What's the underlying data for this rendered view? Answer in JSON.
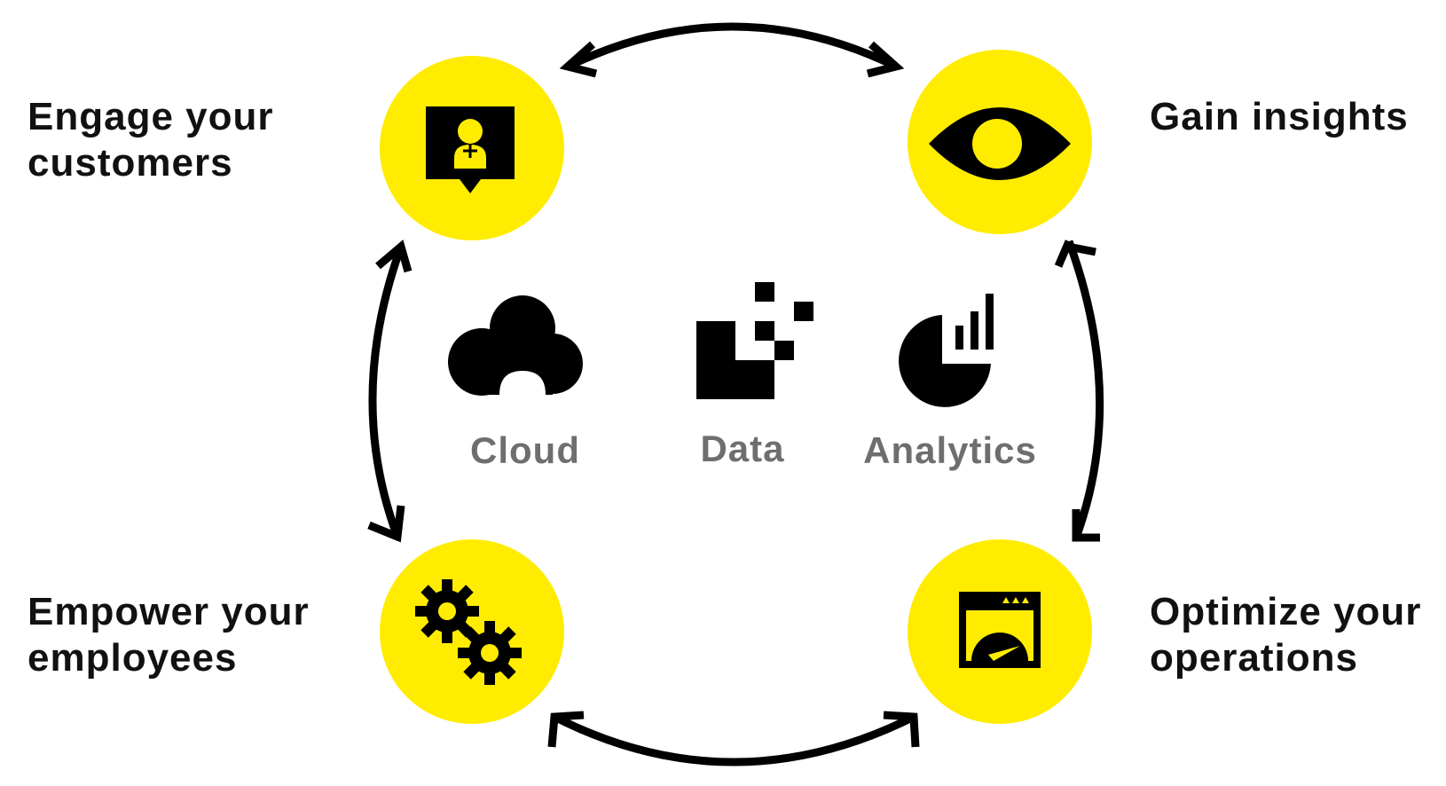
{
  "colors": {
    "accent_yellow": "#FFEC00",
    "ink": "#000000",
    "center_text": "#6E6E6E",
    "label_text": "#111111"
  },
  "outcomes": {
    "engage": {
      "line1": "Engage your",
      "line2": "customers",
      "icon": "customer-chat-icon"
    },
    "insights": {
      "line1": "Gain insights",
      "icon": "eye-icon"
    },
    "empower": {
      "line1": "Empower your",
      "line2": "employees",
      "icon": "gears-icon"
    },
    "optimize": {
      "line1": "Optimize your",
      "line2": "operations",
      "icon": "gauge-dashboard-icon"
    }
  },
  "pillars": {
    "cloud": {
      "label": "Cloud",
      "icon": "cloud-icon"
    },
    "data": {
      "label": "Data",
      "icon": "data-pixels-icon"
    },
    "analytics": {
      "label": "Analytics",
      "icon": "analytics-chart-icon"
    }
  }
}
